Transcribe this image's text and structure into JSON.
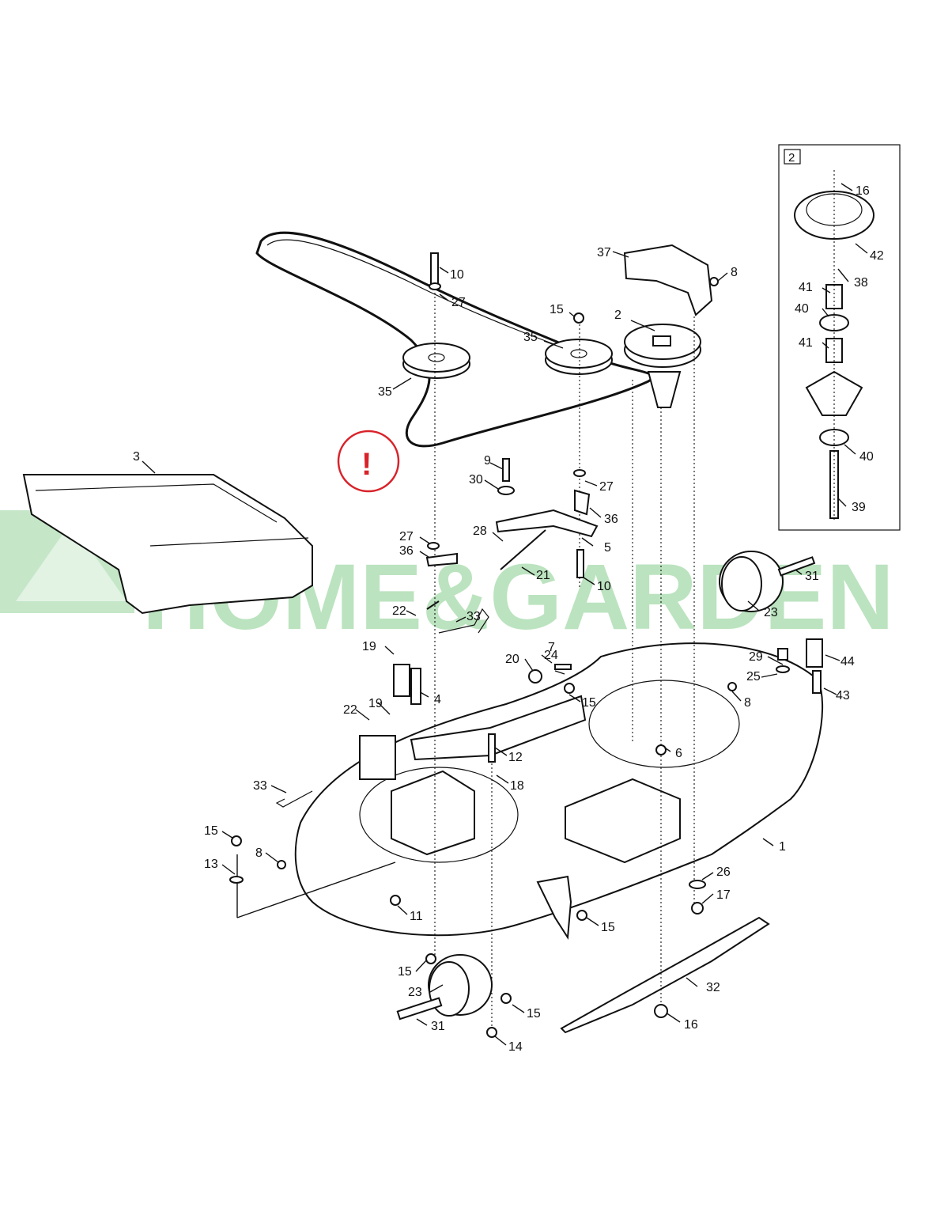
{
  "watermark": {
    "text": "HOME&GARDEN",
    "color": "#3fb14a"
  },
  "warning": {
    "symbol": "!",
    "color": "#d8232a"
  },
  "inset": {
    "label": "2"
  },
  "callouts": [
    {
      "id": "c10a",
      "text": "10"
    },
    {
      "id": "c27a",
      "text": "27"
    },
    {
      "id": "c15a",
      "text": "15"
    },
    {
      "id": "c2",
      "text": "2"
    },
    {
      "id": "c37",
      "text": "37"
    },
    {
      "id": "c8a",
      "text": "8"
    },
    {
      "id": "c35a",
      "text": "35"
    },
    {
      "id": "c35b",
      "text": "35"
    },
    {
      "id": "c3",
      "text": "3"
    },
    {
      "id": "c9",
      "text": "9"
    },
    {
      "id": "c30",
      "text": "30"
    },
    {
      "id": "c27b",
      "text": "27"
    },
    {
      "id": "c36a",
      "text": "36"
    },
    {
      "id": "c28",
      "text": "28"
    },
    {
      "id": "c5",
      "text": "5"
    },
    {
      "id": "c27c",
      "text": "27"
    },
    {
      "id": "c36b",
      "text": "36"
    },
    {
      "id": "c21",
      "text": "21"
    },
    {
      "id": "c10b",
      "text": "10"
    },
    {
      "id": "c31a",
      "text": "31"
    },
    {
      "id": "c23a",
      "text": "23"
    },
    {
      "id": "c22a",
      "text": "22"
    },
    {
      "id": "c33a",
      "text": "33"
    },
    {
      "id": "c19a",
      "text": "19"
    },
    {
      "id": "c7",
      "text": "7"
    },
    {
      "id": "c24",
      "text": "24"
    },
    {
      "id": "c20",
      "text": "20"
    },
    {
      "id": "c4",
      "text": "4"
    },
    {
      "id": "c15b",
      "text": "15"
    },
    {
      "id": "c29",
      "text": "29"
    },
    {
      "id": "c25",
      "text": "25"
    },
    {
      "id": "c44",
      "text": "44"
    },
    {
      "id": "c43",
      "text": "43"
    },
    {
      "id": "c8b",
      "text": "8"
    },
    {
      "id": "c22b",
      "text": "22"
    },
    {
      "id": "c19b",
      "text": "19"
    },
    {
      "id": "c12",
      "text": "12"
    },
    {
      "id": "c6",
      "text": "6"
    },
    {
      "id": "c18",
      "text": "18"
    },
    {
      "id": "c33b",
      "text": "33"
    },
    {
      "id": "c15c",
      "text": "15"
    },
    {
      "id": "c13",
      "text": "13"
    },
    {
      "id": "c8c",
      "text": "8"
    },
    {
      "id": "c1",
      "text": "1"
    },
    {
      "id": "c26",
      "text": "26"
    },
    {
      "id": "c17",
      "text": "17"
    },
    {
      "id": "c11",
      "text": "11"
    },
    {
      "id": "c15d",
      "text": "15"
    },
    {
      "id": "c15e",
      "text": "15"
    },
    {
      "id": "c23b",
      "text": "23"
    },
    {
      "id": "c32",
      "text": "32"
    },
    {
      "id": "c15f",
      "text": "15"
    },
    {
      "id": "c31b",
      "text": "31"
    },
    {
      "id": "c16a",
      "text": "16"
    },
    {
      "id": "c14",
      "text": "14"
    },
    {
      "id": "i16",
      "text": "16"
    },
    {
      "id": "i42",
      "text": "42"
    },
    {
      "id": "i41a",
      "text": "41"
    },
    {
      "id": "i38",
      "text": "38"
    },
    {
      "id": "i40a",
      "text": "40"
    },
    {
      "id": "i41b",
      "text": "41"
    },
    {
      "id": "i40b",
      "text": "40"
    },
    {
      "id": "i39",
      "text": "39"
    }
  ]
}
